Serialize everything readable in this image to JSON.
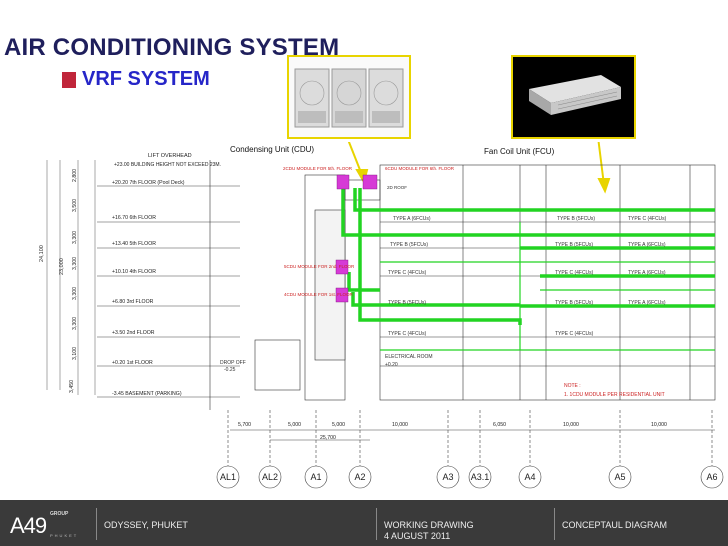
{
  "slide": {
    "title": "AIR CONDITIONING SYSTEM",
    "subtitle": "VRF SYSTEM"
  },
  "photos": {
    "cdu_label": "Condensing Unit (CDU)",
    "fcu_label": "Fan Coil Unit (FCU)"
  },
  "drawing": {
    "lift_note_1": "LIFT OVERHEAD",
    "lift_note_2": "+23.00 BUILDING HEIGHT NOT EXCEED 23M.",
    "floors": [
      {
        "level": "+20.20  7th FLOOR  (Pool Deck)",
        "height": "2,800"
      },
      {
        "level": "+16.70  6th FLOOR",
        "height": "3,500"
      },
      {
        "level": "+13.40  5th FLOOR",
        "height": "3,300"
      },
      {
        "level": "+10.10  4th FLOOR",
        "height": "3,300"
      },
      {
        "level": "+6.80   3rd FLOOR",
        "height": "3,300"
      },
      {
        "level": "+3.50   2nd FLOOR",
        "height": "3,300"
      },
      {
        "level": "+0.20   1st FLOOR",
        "height": "3,100"
      },
      {
        "level": "-3.45   BASEMENT (PARKING)",
        "height": "3,450"
      }
    ],
    "total_height_a": "24,100",
    "total_height_b": "23,000",
    "cdu_notes": [
      "2CDU MODULE FOR 5th. FLOOR",
      "6CDU MODULE FOR 6th. FLOOR",
      "5CDU MODULE FOR 2nd. FLOOR",
      "4CDU MODULE FOR 1st. FLOOR"
    ],
    "roof_note": "2D ROOF",
    "fcu_types": [
      "TYPE A (6FCUs)",
      "TYPE B (5FCUs)",
      "TYPE C (4FCUs)",
      "TYPE B (5FCUs)",
      "TYPE C (4FCUs)",
      "TYPE B (5FCUs)",
      "TYPE C (4FCUs)",
      "TYPE A (6FCUs)",
      "TYPE B (5FCUs)",
      "TYPE C (4FCUs)",
      "TYPE A (6FCUs)",
      "TYPE B (5FCUs)",
      "TYPE A (6FCUs)",
      "TYPE C (4FCUs)"
    ],
    "electrical_room": "ELECTRICAL ROOM",
    "electrical_level": "+0.20",
    "drop_off": "DROP OFF",
    "drop_off_level": "-0.25",
    "note_title": "NOTE :",
    "note_body": "1. 1CDU MODULE PER RESIDENTIAL UNIT",
    "dims": [
      "5,700",
      "5,000",
      "5,000",
      "10,000",
      "6,050",
      "10,000",
      "10,000"
    ],
    "dim_total": "25,700",
    "grids": [
      "AL1",
      "AL2",
      "A1",
      "A2",
      "A3",
      "A3.1",
      "A4",
      "A5",
      "A6"
    ]
  },
  "footer": {
    "logo": "A49",
    "logo_sup": "GROUP",
    "logo_sub": "PHUKET",
    "project": "ODYSSEY, PHUKET",
    "doc_type": "WORKING DRAWING",
    "date": "4 AUGUST 2011",
    "stage": "CONCEPTAUL DIAGRAM"
  },
  "colors": {
    "title": "#1f1f5c",
    "subtitle": "#2626c8",
    "bullet": "#c0253a",
    "pipe": "#22d422",
    "unit": "#d63ad6",
    "callout": "#e8d400",
    "footer": "#3a3a3a"
  }
}
